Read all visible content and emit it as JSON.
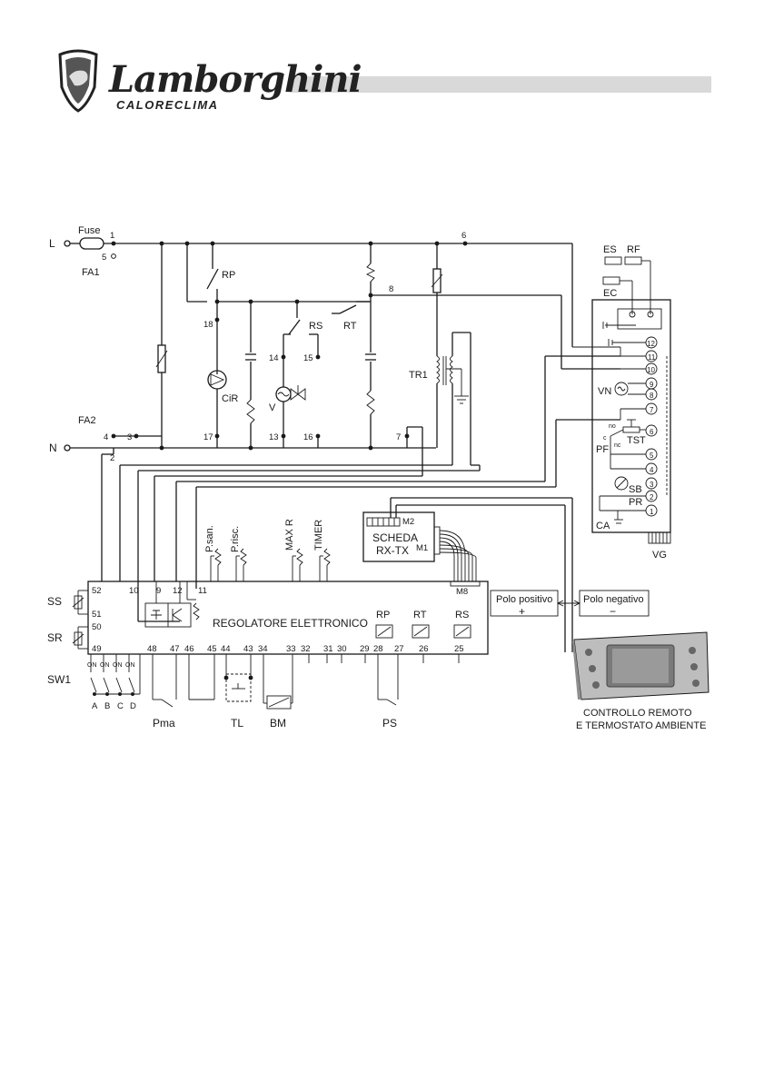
{
  "header": {
    "brand": "Lamborghini",
    "brand_sub": "CALORECLIMA"
  },
  "main_line": {
    "phase": "L",
    "neutral": "N",
    "fuse": "Fuse",
    "fa1": "FA1",
    "fa2": "FA2"
  },
  "nodes": {
    "n1": "1",
    "n2": "2",
    "n3": "3",
    "n4": "4",
    "n5": "5",
    "n6": "6",
    "n7": "7",
    "n8": "8",
    "n13": "13",
    "n14": "14",
    "n15": "15",
    "n16": "16",
    "n17": "17",
    "n18": "18"
  },
  "components": {
    "rp": "RP",
    "rs": "RS",
    "rt": "RT",
    "cir": "CiR",
    "v": "V",
    "tr1": "TR1",
    "ss": "SS",
    "sr": "SR",
    "sw1": "SW1",
    "pma": "Pma",
    "tl": "TL",
    "bm": "BM",
    "ps": "PS"
  },
  "pots": {
    "psan": "P.san.",
    "prisc": "P.risc.",
    "maxr": "MAX R",
    "timer": "TIMER"
  },
  "scheda": {
    "title": "SCHEDA",
    "sub": "RX-TX",
    "m1": "M1",
    "m2": "M2",
    "m8": "M8"
  },
  "regolatore": {
    "title": "REGOLATORE ELETTRONICO",
    "relay_rp": "RP",
    "relay_rt": "RT",
    "relay_rs": "RS",
    "top_pins": {
      "p52": "52",
      "p10": "10",
      "p9": "9",
      "p12": "12",
      "p11": "11"
    },
    "left_pins": {
      "p51": "51",
      "p50": "50",
      "p49": "49"
    },
    "bottom_pins": [
      "48",
      "47",
      "46",
      "45",
      "44",
      "43",
      "34",
      "33",
      "32",
      "31",
      "30",
      "29",
      "28",
      "27",
      "26",
      "25"
    ]
  },
  "switches": {
    "on": "ON",
    "a": "A",
    "b": "B",
    "c": "C",
    "d": "D"
  },
  "polo": {
    "positivo": "Polo positivo",
    "plus": "+",
    "negativo": "Polo negativo",
    "minus": "−"
  },
  "boiler": {
    "es": "ES",
    "rf": "RF",
    "ec": "EC",
    "vn": "VN",
    "tst": "TST",
    "pf": "PF",
    "sb": "SB",
    "pr": "PR",
    "ca": "CA",
    "vg": "VG",
    "no": "no",
    "nc": "nc",
    "c": "c",
    "terminals": [
      "12",
      "11",
      "10",
      "9",
      "8",
      "7",
      "6",
      "5",
      "4",
      "3",
      "2",
      "1"
    ]
  },
  "remote": {
    "line1": "CONTROLLO REMOTO",
    "line2": "E TERMOSTATO AMBIENTE"
  }
}
